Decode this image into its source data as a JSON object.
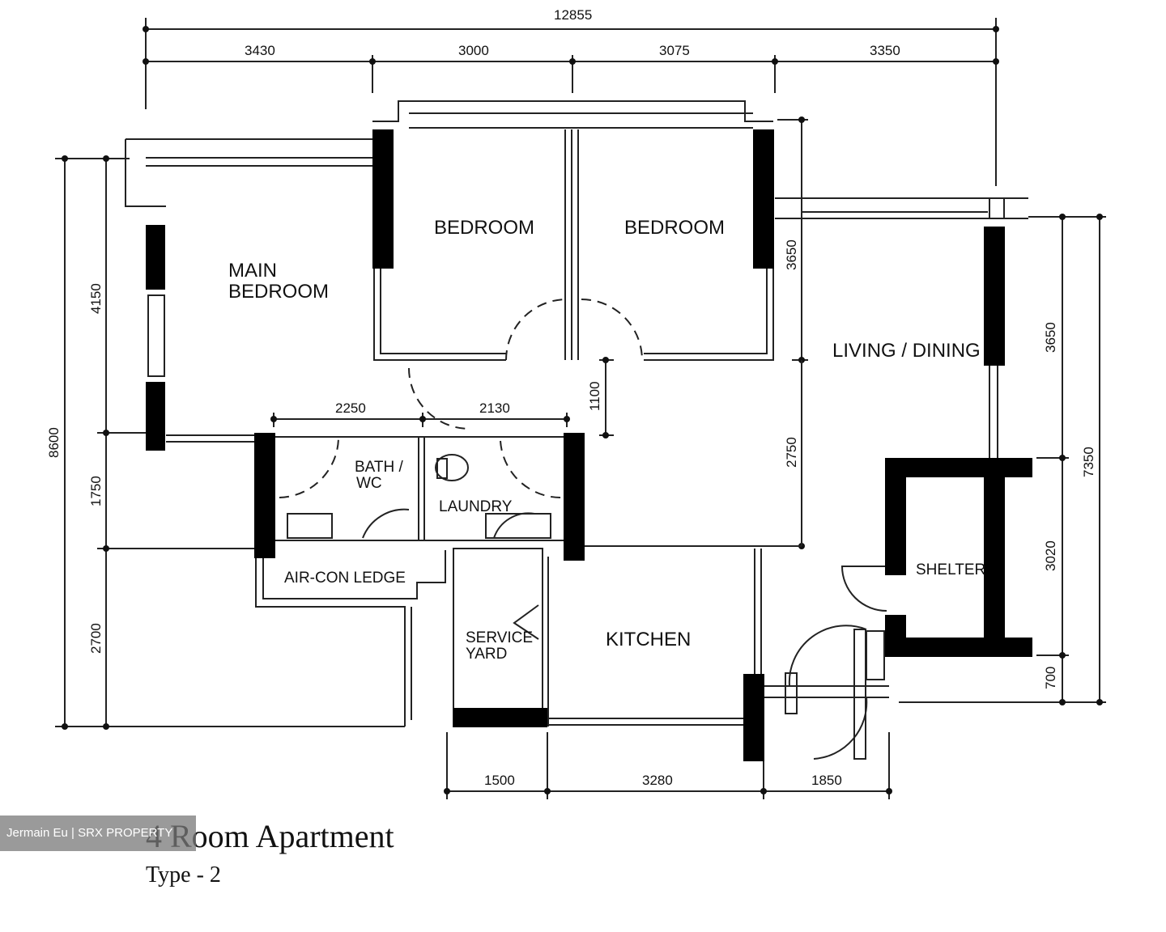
{
  "plan": {
    "title": "4 Room Apartment",
    "subtitle": "Type - 2",
    "watermark": "Jermain Eu | SRX PROPERTY",
    "rooms": {
      "main_bedroom_1": "MAIN",
      "main_bedroom_2": "BEDROOM",
      "bedroom_1": "BEDROOM",
      "bedroom_2": "BEDROOM",
      "living_dining": "LIVING / DINING",
      "bath_1": "BATH /",
      "bath_2": "WC",
      "bath_3": "LAUNDRY",
      "aircon_ledge": "AIR-CON LEDGE",
      "service_1": "SERVICE",
      "service_2": "YARD",
      "kitchen": "KITCHEN",
      "shelter": "SHELTER"
    },
    "dimensions": {
      "overall_width": "12855",
      "top": [
        "3430",
        "3000",
        "3075",
        "3350"
      ],
      "bath": [
        "2250",
        "2130"
      ],
      "left_overall": "8600",
      "left": [
        "4150",
        "1750",
        "2700"
      ],
      "mid": [
        "3650",
        "1100",
        "2750"
      ],
      "right_overall": "7350",
      "right": [
        "3650",
        "3020",
        "700"
      ],
      "bottom": [
        "1500",
        "3280",
        "1850"
      ]
    },
    "colors": {
      "wall": "#000000",
      "line": "#222222"
    }
  }
}
